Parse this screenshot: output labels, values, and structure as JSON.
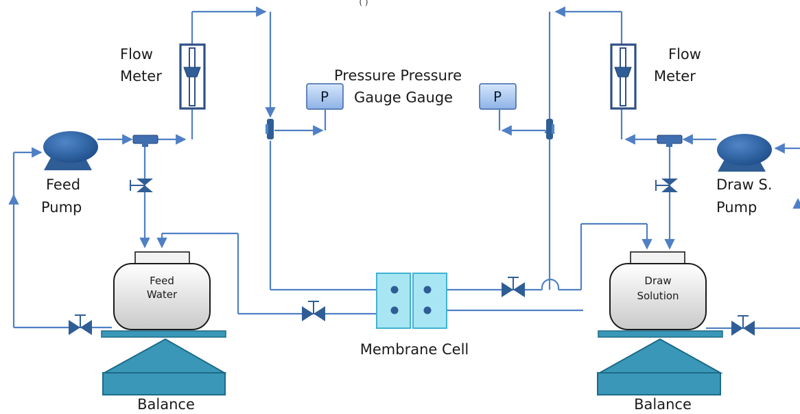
{
  "top_mark": "( )",
  "left_flow_meter": [
    "Flow",
    "Meter"
  ],
  "right_flow_meter": [
    "Flow",
    "Meter"
  ],
  "pressure_gauge_top": "Pressure Pressure",
  "pressure_gauge_bottom": "Gauge Gauge",
  "gauge_symbol": "P",
  "feed_pump": [
    "Feed",
    "Pump"
  ],
  "draw_pump": [
    "Draw S.",
    "Pump"
  ],
  "feed_tank": [
    "Feed",
    "Water"
  ],
  "draw_tank": [
    "Draw",
    "Solution"
  ],
  "membrane_cell": "Membrane Cell",
  "balance_left": "Balance",
  "balance_right": "Balance",
  "colors": {
    "pipe": "#4f7fc4",
    "component_blue": "#2f5d96",
    "balance_teal": "#3a97b8",
    "membrane_cyan": "#a8e6f3"
  }
}
